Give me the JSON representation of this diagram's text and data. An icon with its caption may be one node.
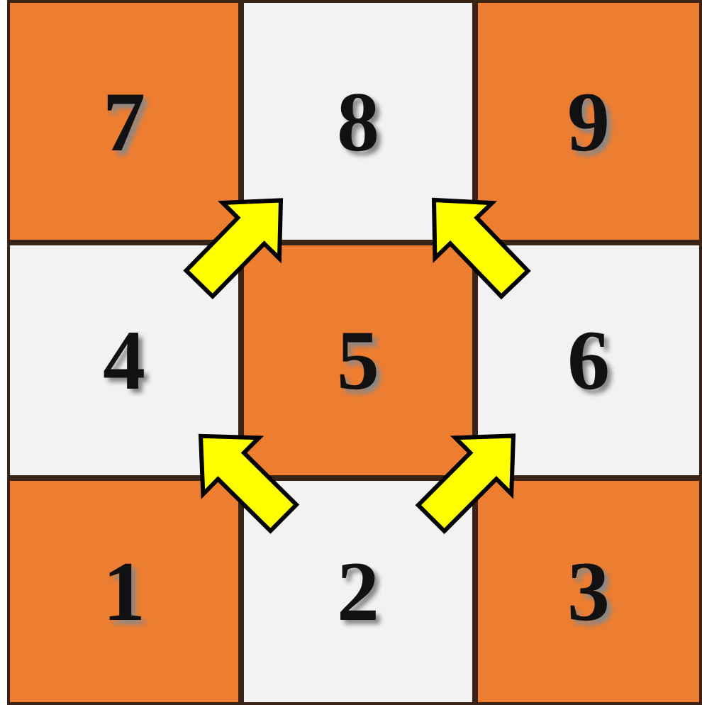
{
  "diagram": {
    "nodes": [
      {
        "text": [
          "7"
        ]
      },
      {
        "text": [
          "8"
        ]
      },
      {
        "text": [
          "9"
        ]
      },
      {
        "text": [
          "4"
        ]
      },
      {
        "text": [
          "5"
        ]
      },
      {
        "text": [
          "6"
        ]
      },
      {
        "text": [
          "1"
        ]
      },
      {
        "text": [
          "2"
        ]
      },
      {
        "text": [
          "3"
        ]
      }
    ],
    "edges": [
      {
        "from": 3,
        "to": 1,
        "arrow": "to"
      },
      {
        "from": 5,
        "to": 1,
        "arrow": "to"
      },
      {
        "from": 7,
        "to": 3,
        "arrow": "to"
      },
      {
        "from": 7,
        "to": 5,
        "arrow": "to"
      }
    ]
  }
}
